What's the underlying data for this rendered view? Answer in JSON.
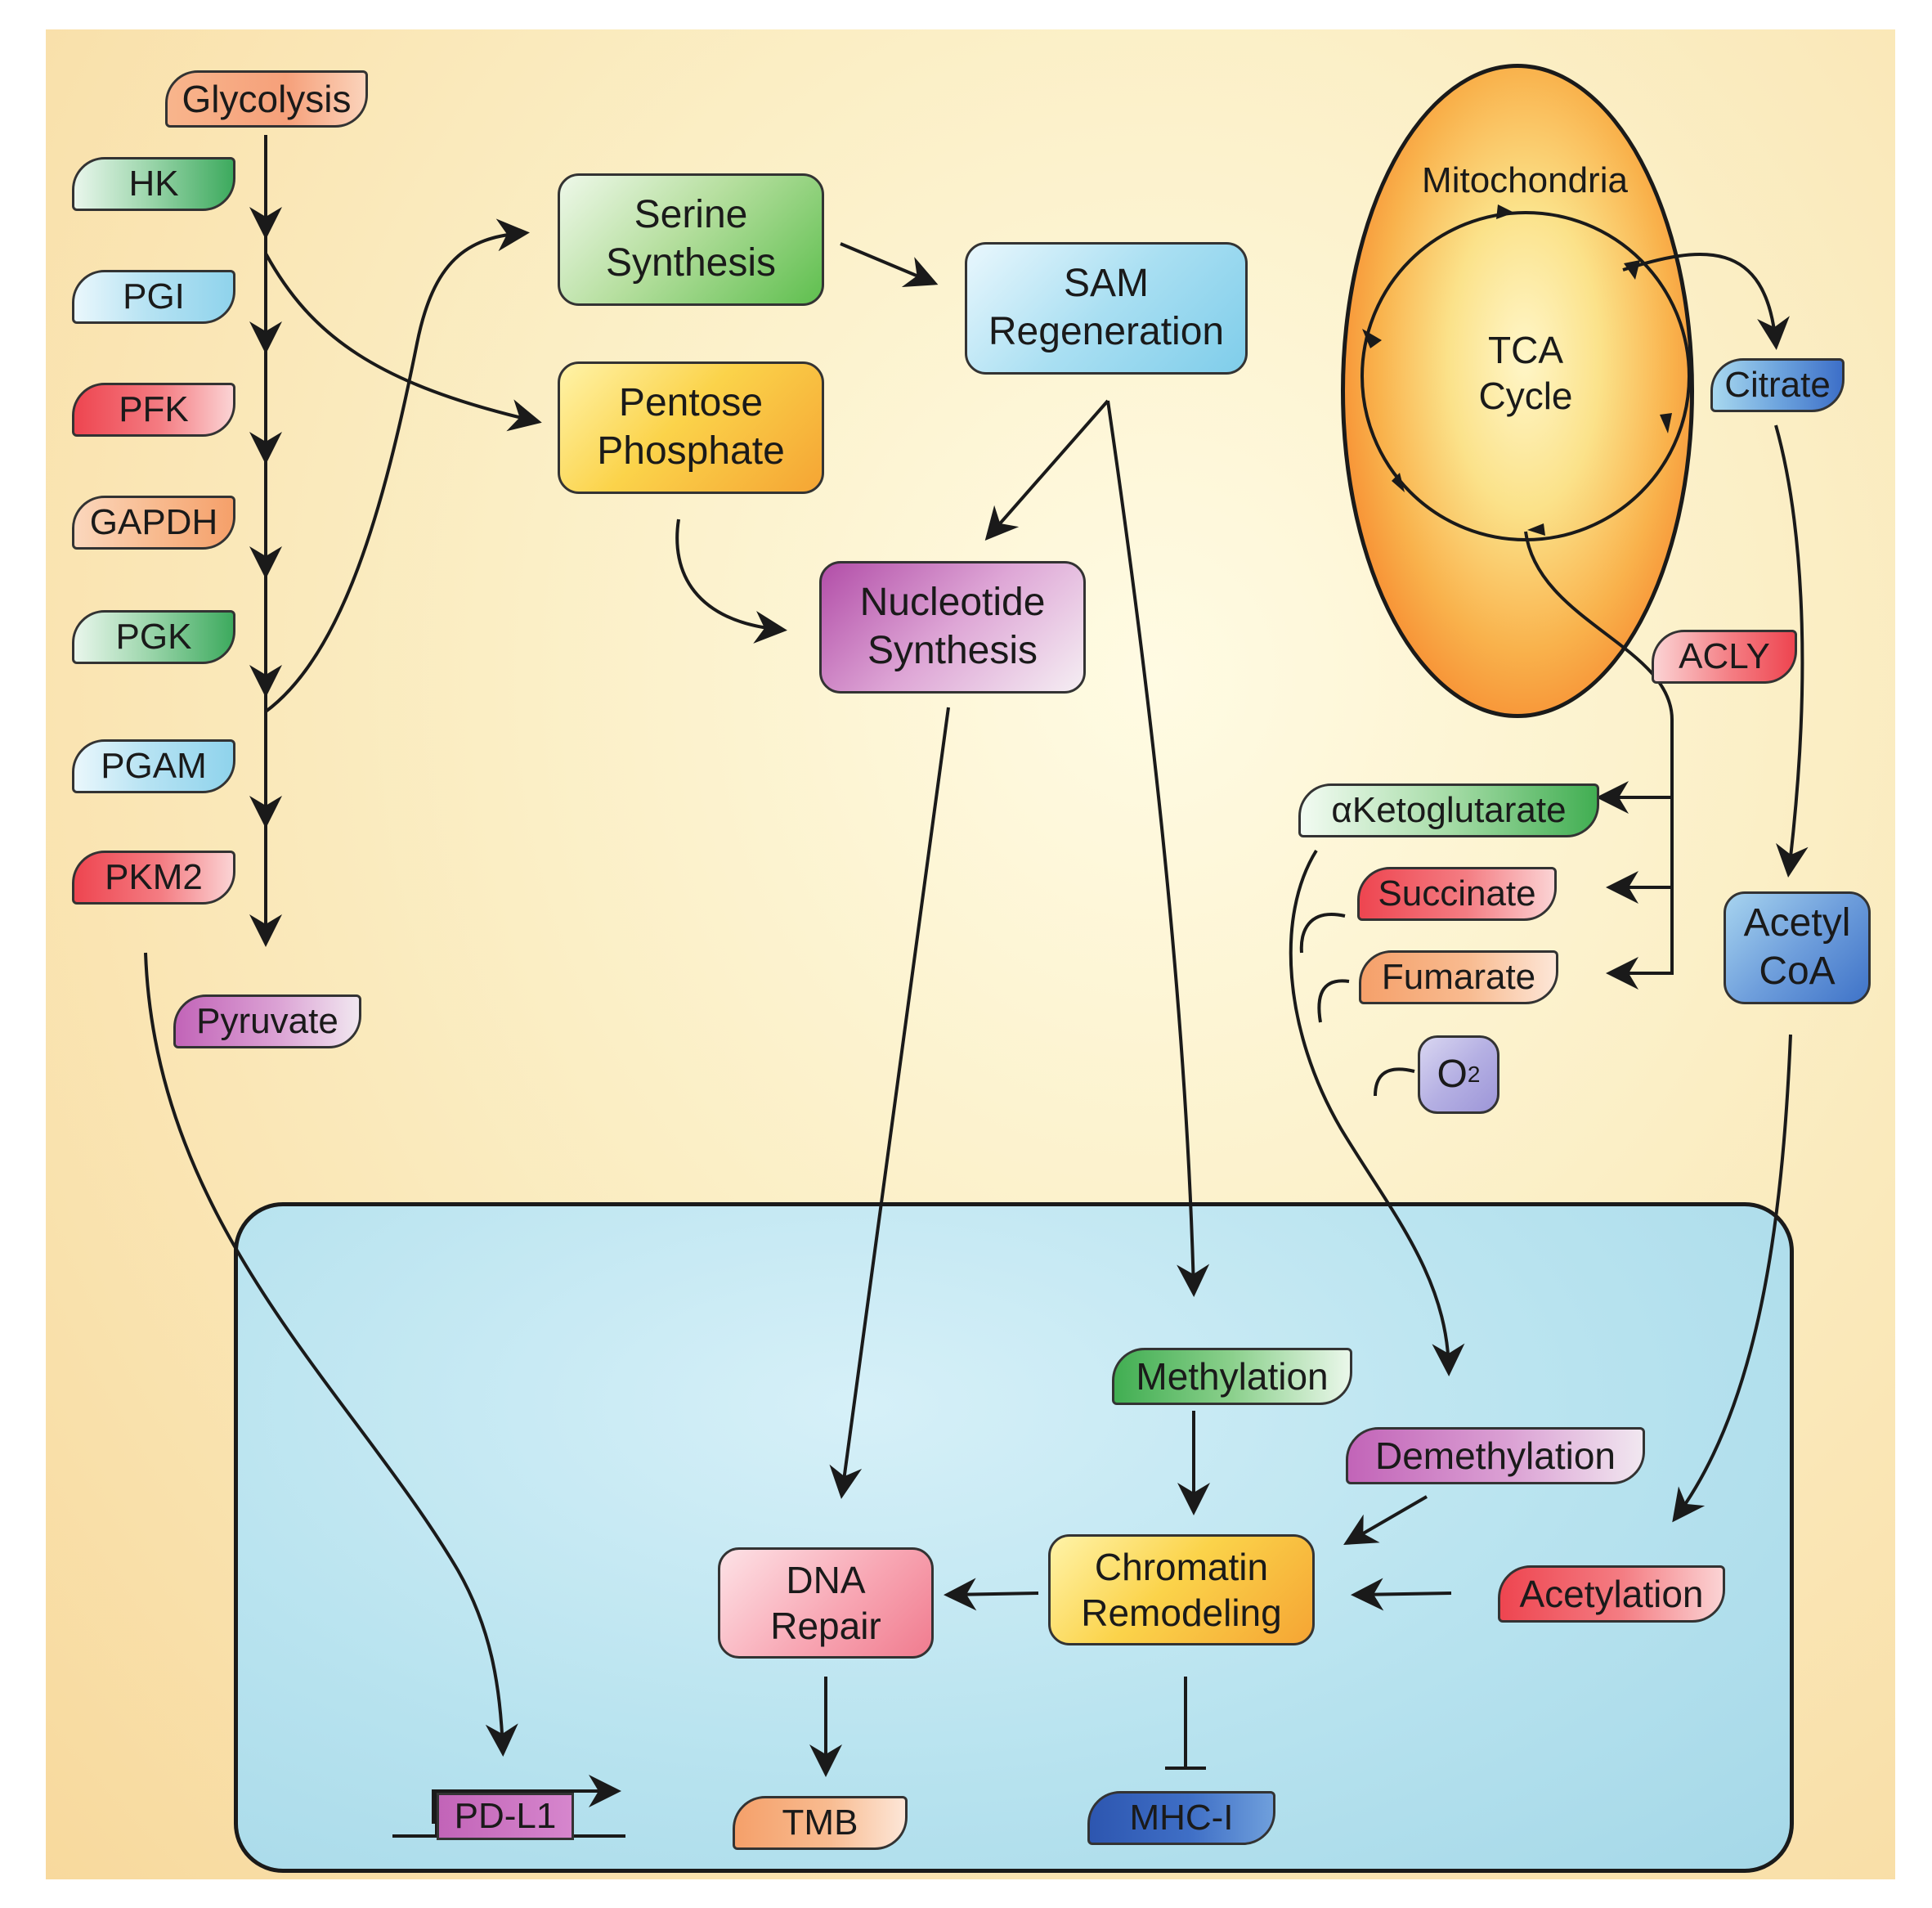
{
  "glycolysis": {
    "title": "Glycolysis",
    "enzymes": [
      {
        "label": "HK",
        "color": "#3daa5e"
      },
      {
        "label": "PGI",
        "color": "#8fd3ec"
      },
      {
        "label": "PFK",
        "color": "#ee4550"
      },
      {
        "label": "GAPDH",
        "color": "#f5a06a"
      },
      {
        "label": "PGK",
        "color": "#3daa5e"
      },
      {
        "label": "PGAM",
        "color": "#8fd3ec"
      },
      {
        "label": "PKM2",
        "color": "#ee4550"
      }
    ],
    "product": "Pyruvate"
  },
  "pathways": {
    "serine": "Serine\nSynthesis",
    "pentose": "Pentose\nPhosphate",
    "sam": "SAM\nRegeneration",
    "nucleotide": "Nucleotide\nSynthesis"
  },
  "mitochondria": {
    "title": "Mitochondria",
    "cycle": "TCA\nCycle"
  },
  "metabolites": {
    "citrate": "Citrate",
    "acly": "ACLY",
    "akg": "αKetoglutarate",
    "succinate": "Succinate",
    "fumarate": "Fumarate",
    "o2_main": "O",
    "o2_sub": "2",
    "acetyl_coa": "Acetyl\nCoA"
  },
  "nucleus": {
    "methylation": "Methylation",
    "demethylation": "Demethylation",
    "acetylation": "Acetylation",
    "chromatin": "Chromatin\nRemodeling",
    "dna_repair": "DNA\nRepair",
    "pdl1": "PD-L1",
    "tmb": "TMB",
    "mhc": "MHC-I"
  }
}
